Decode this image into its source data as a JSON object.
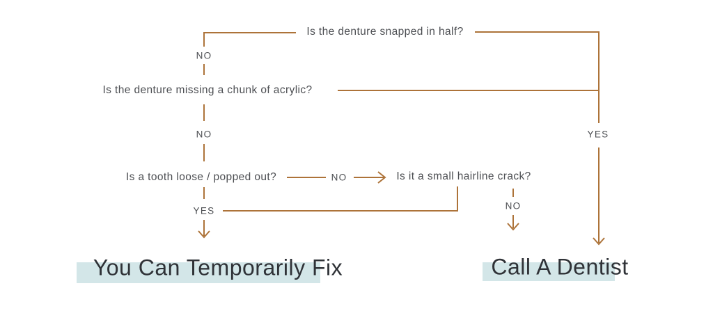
{
  "colors": {
    "line": "#ad7339",
    "text": "#4c4e52",
    "result_text": "#2f3237",
    "highlight": "#d3e6e8",
    "background": "#ffffff"
  },
  "flowchart": {
    "questions": {
      "snapped": "Is the denture snapped in half?",
      "missing_chunk": "Is the denture missing a chunk of acrylic?",
      "tooth_loose": "Is a tooth loose / popped out?",
      "hairline_crack": "Is it a small hairline crack?"
    },
    "labels": {
      "no_snapped": "NO",
      "no_missing_chunk": "NO",
      "no_tooth_loose": "NO",
      "yes_tooth_loose": "YES",
      "no_hairline_crack": "NO",
      "yes_right": "YES"
    },
    "results": {
      "fix": "You Can Temporarily Fix",
      "dentist": "Call A Dentist"
    }
  }
}
